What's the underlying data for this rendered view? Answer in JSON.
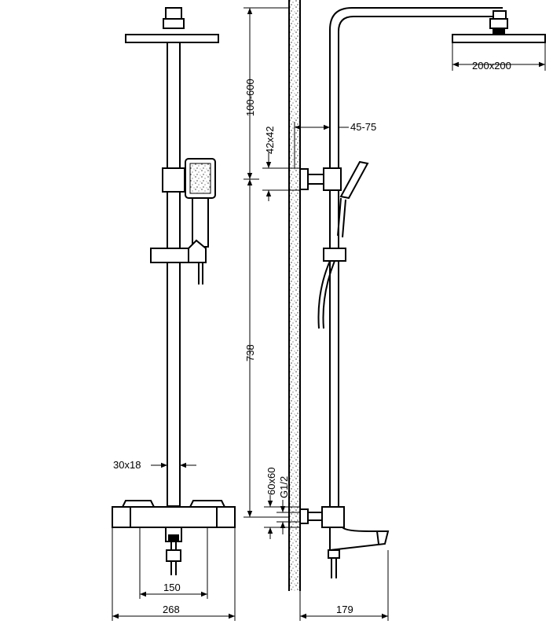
{
  "dimensions": {
    "head_size": "200x200",
    "arm_height": "100-600",
    "wall_distance": "45-75",
    "bracket_size": "42x42",
    "total_height": "738",
    "rail_section": "30x18",
    "valve_size": "60x60",
    "thread": "G1/2",
    "inlet_spacing": "150",
    "valve_width": "268",
    "valve_depth": "179"
  }
}
